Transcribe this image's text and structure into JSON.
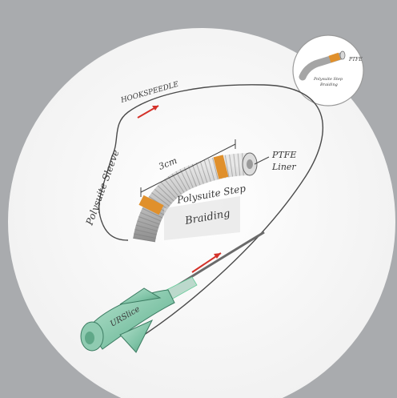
{
  "image": {
    "background_color": "#a9abae",
    "disc_color": "#ffffff",
    "accent_orange": "#e0902c",
    "accent_red": "#d4322a",
    "hub_green": "#7fc3a6",
    "sleeve_grey": "#c9c9c9"
  },
  "annotations": {
    "top_wire_label": "HOOKSPEEDLE",
    "left_label": "Polysuite Sleeve",
    "length_label": "3cm",
    "ptfe_label_line1": "PTFE",
    "ptfe_label_line2": "Liner",
    "braiding_label_line1": "Polysuite Step",
    "braiding_label_line2": "Braiding",
    "hub_label": "URSlice",
    "inset_label_1": "PTFE",
    "inset_label_2": "Polysuite Step",
    "inset_label_3": "Braiding"
  },
  "icons": {
    "small_inset": "magnifier-detail-icon"
  }
}
